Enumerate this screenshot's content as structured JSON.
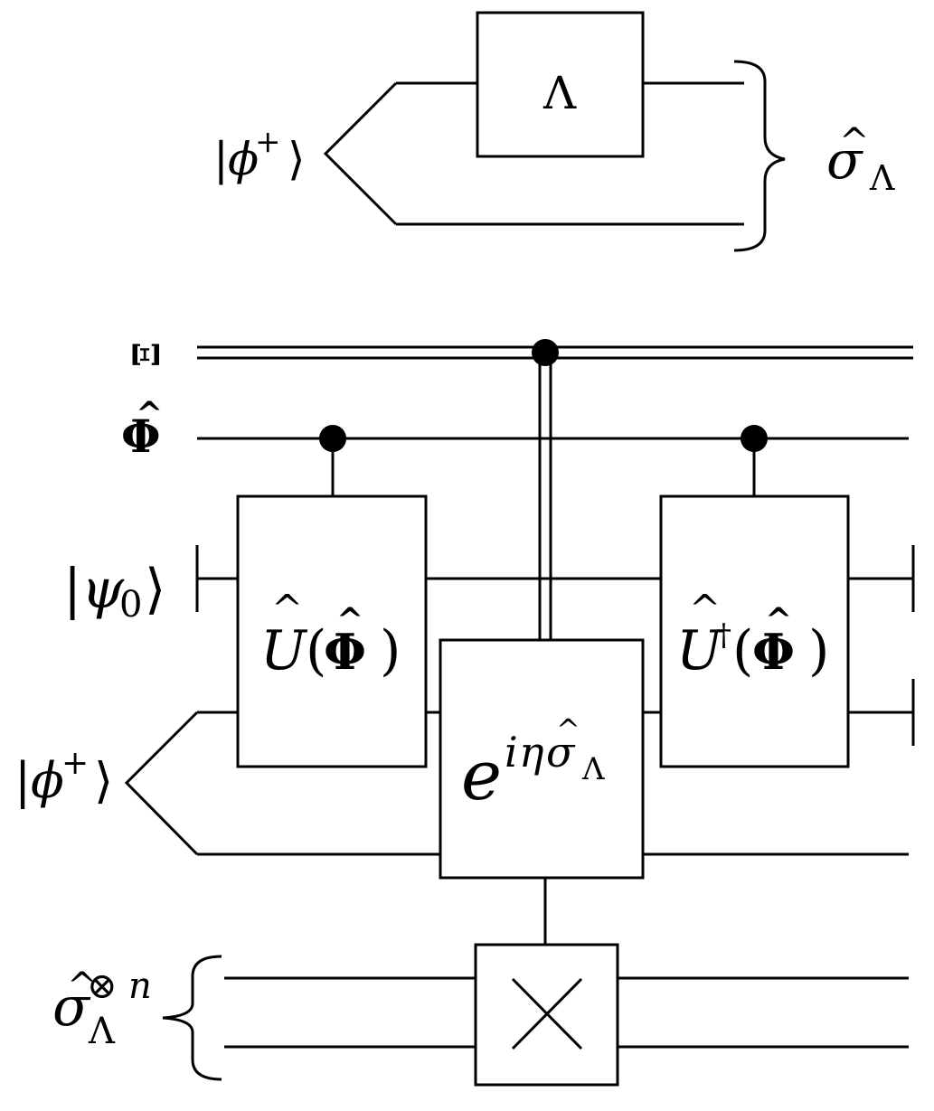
{
  "top_circuit": {
    "input_state": {
      "bar": "|",
      "symbol": "ϕ",
      "sup": "+",
      "ket": "⟩"
    },
    "channel_label": "Λ",
    "output": {
      "hat": "^",
      "symbol": "σ",
      "sub": "Λ"
    }
  },
  "main_circuit": {
    "xi_label": "Ξ",
    "phi_label": {
      "hat": "^",
      "symbol": "Φ"
    },
    "psi0_label": {
      "bar": "|",
      "symbol": "ψ",
      "sub": "0",
      "ket": "⟩"
    },
    "phiplus_label": {
      "bar": "|",
      "symbol": "ϕ",
      "sup": "+",
      "ket": "⟩"
    },
    "u_box": {
      "hat": "^",
      "symbol": "U",
      "open": "(",
      "arg_hat": "^",
      "arg": "Φ",
      "close": ")"
    },
    "udag_box": {
      "hat": "^",
      "symbol": "U",
      "dagger": "†",
      "open": "(",
      "arg_hat": "^",
      "arg": "Φ",
      "close": ")"
    },
    "exp_box": {
      "base": "e",
      "exp_i": "i",
      "exp_eta": "η",
      "exp_hat": "^",
      "exp_sigma": "σ",
      "exp_sub": "Λ"
    },
    "swap_label": "",
    "sigma_n": {
      "hat": "^",
      "symbol": "σ",
      "sub": "Λ",
      "sup": "⊗",
      "sup_n": "n"
    }
  }
}
